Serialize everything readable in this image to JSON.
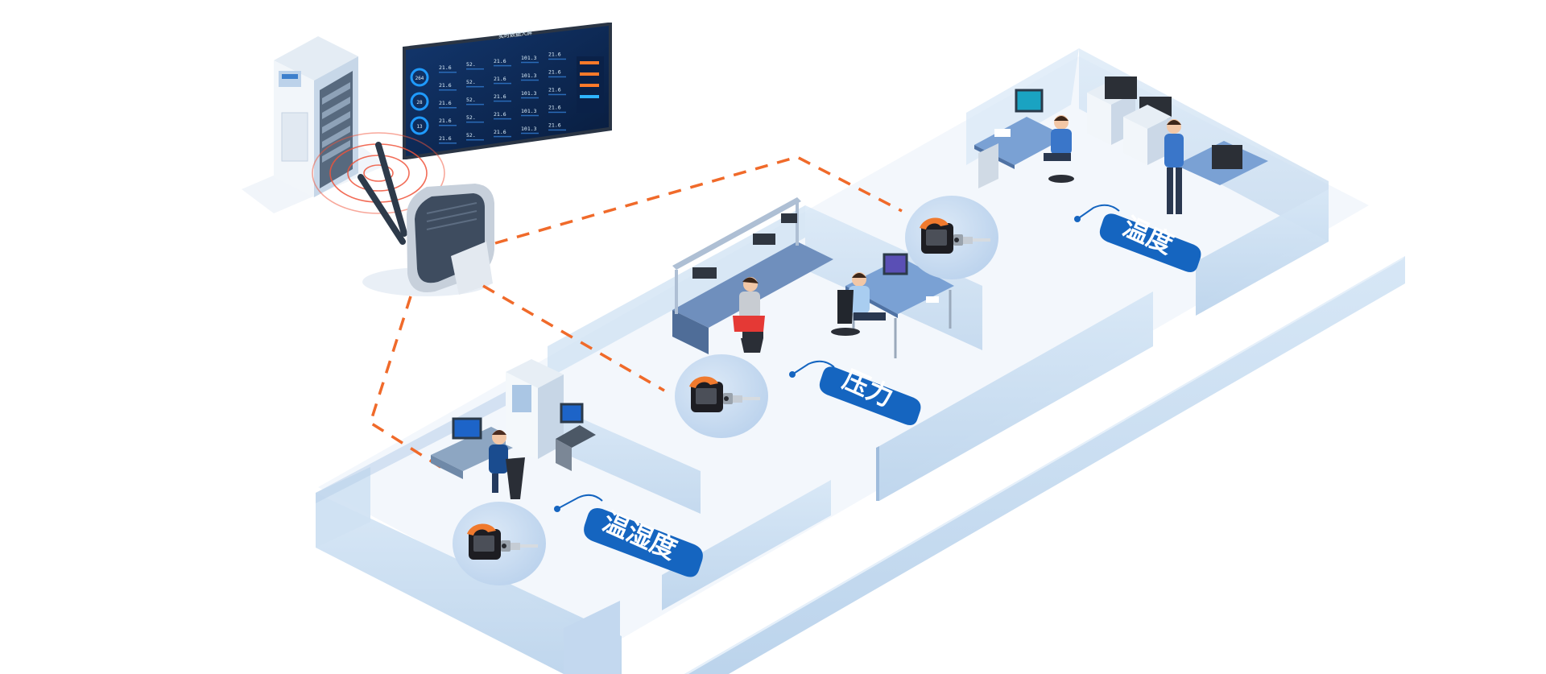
{
  "dashboard": {
    "title": "实时数据大屏",
    "readings": [
      "21.6",
      "52.",
      "21.6",
      "101.3",
      "21.6",
      "21.6",
      "52.",
      "21.6",
      "101.3",
      "21.6",
      "21.6",
      "52.",
      "21.6",
      "101.3",
      "21.6",
      "21.6",
      "52.",
      "21.6",
      "101.3",
      "21.6",
      "21.6",
      "52.",
      "21.6",
      "101.3",
      "21.6"
    ],
    "gauges": [
      "264",
      "28",
      "13"
    ]
  },
  "labels": {
    "temp_humidity": "温湿度",
    "pressure": "压力",
    "temperature": "温度"
  },
  "colors": {
    "label_bg": "#1565c0",
    "wall": "#c9def2",
    "floor": "#e9f1fa",
    "link_line": "#f06a2a",
    "signal": "#f0533a",
    "screen": "#0d2a57"
  }
}
